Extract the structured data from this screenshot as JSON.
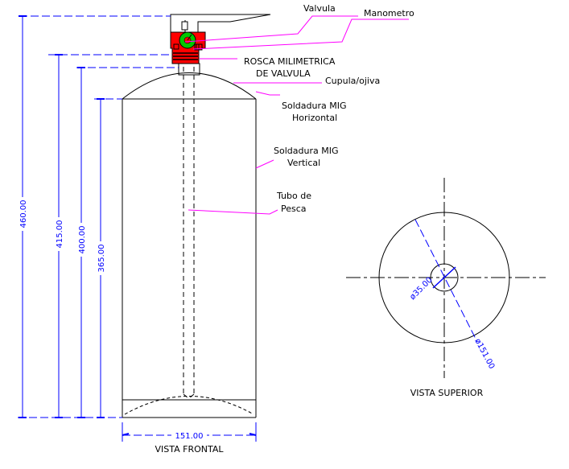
{
  "labels": {
    "valvula": "Valvula",
    "manometro": "Manometro",
    "rosca_line1": "ROSCA MILIMETRICA",
    "rosca_line2": "DE VALVULA",
    "cupula": "Cupula/ojiva",
    "soldadura_h_line1": "Soldadura MIG",
    "soldadura_h_line2": "Horizontal",
    "soldadura_v_line1": "Soldadura MIG",
    "soldadura_v_line2": "Vertical",
    "tubo_line1": "Tubo de",
    "tubo_line2": "Pesca",
    "vista_frontal": "VISTA FRONTAL",
    "vista_superior": "VISTA SUPERIOR"
  },
  "dimensions": {
    "height_460": "460.00",
    "height_415": "415.00",
    "height_400": "400.00",
    "height_365": "365.00",
    "width_151": "151.00",
    "diameter_35": "ø35.00",
    "diameter_151": "ø151.00"
  },
  "colors": {
    "outline": "#000000",
    "dimension": "#0000ff",
    "leader": "#ff00ff",
    "valve_red": "#ff0000",
    "gauge_green": "#00c800"
  }
}
